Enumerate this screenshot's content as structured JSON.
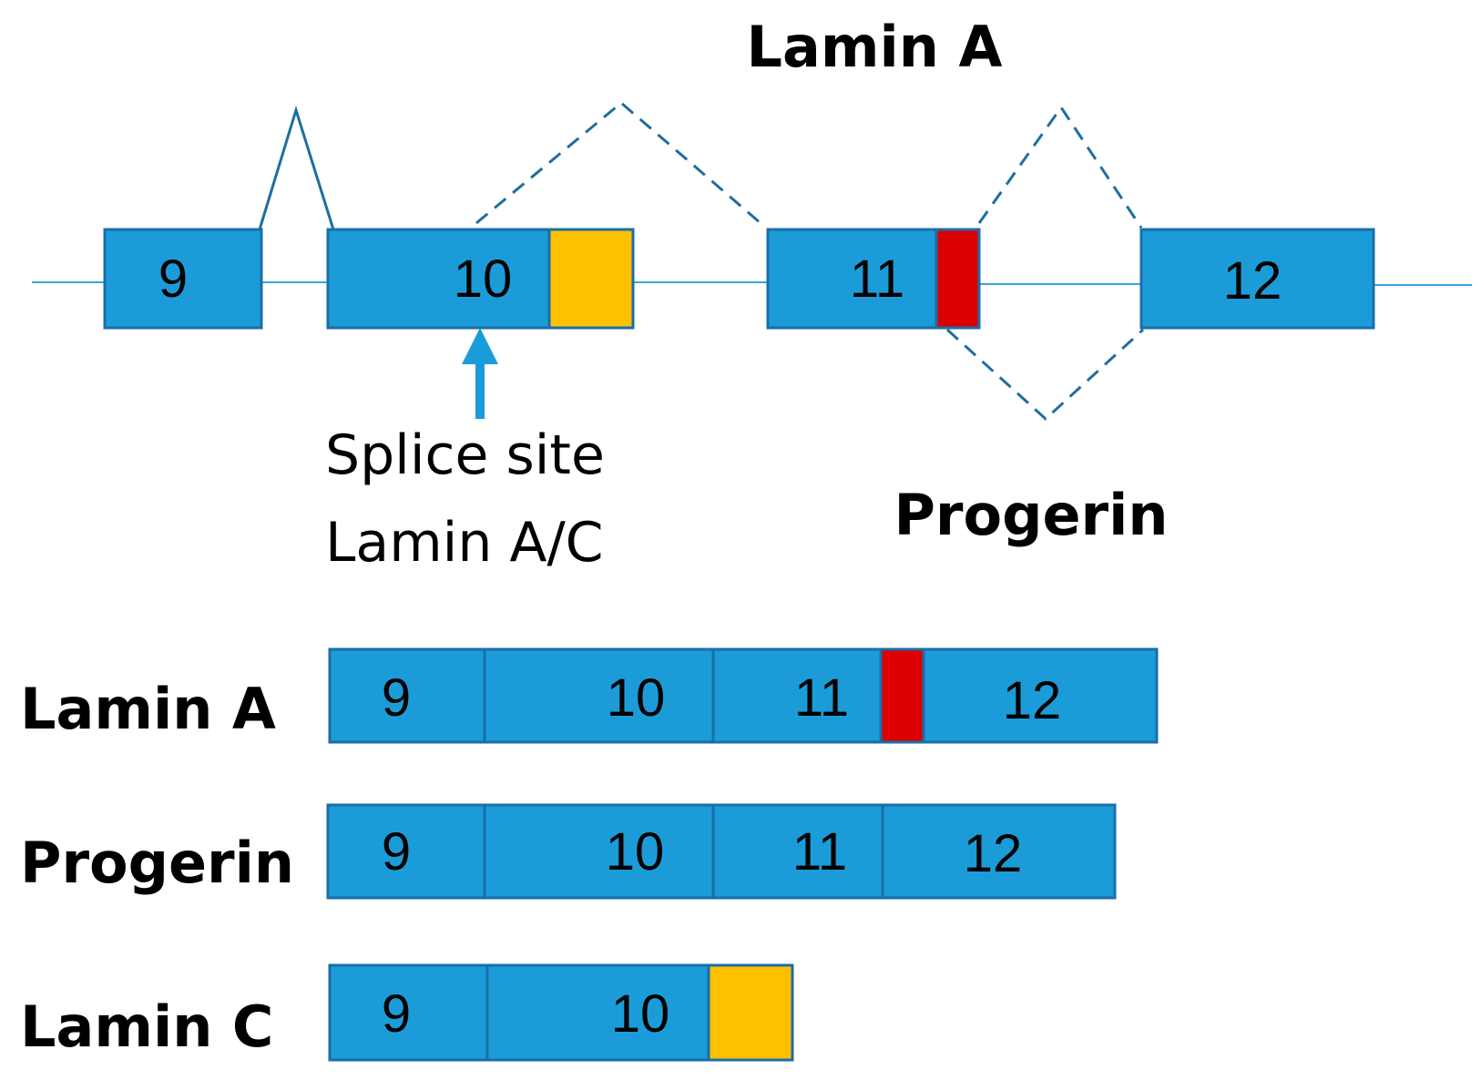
{
  "gene": {
    "exon_9": "9",
    "exon_10": "10",
    "exon_11": "11",
    "exon_12": "12",
    "label_top": "Lamin A",
    "label_bottom": "Progerin",
    "splice_note_line1": "Splice site",
    "splice_note_line2": "Lamin A/C"
  },
  "transcripts": {
    "lamin_a": {
      "name": "Lamin A",
      "exons": [
        "9",
        "10",
        "11",
        "12"
      ]
    },
    "progerin": {
      "name": "Progerin",
      "exons": [
        "9",
        "10",
        "11",
        "12"
      ]
    },
    "lamin_c": {
      "name": "Lamin C",
      "exons": [
        "9",
        "10"
      ]
    }
  },
  "colors": {
    "exon": "#1b9cd8",
    "exon_border": "#1a6ea8",
    "lamin_c_specific": "#ffc000",
    "progerin_deleted_region": "#dd0000",
    "splice_line": "#1f6e9e"
  }
}
